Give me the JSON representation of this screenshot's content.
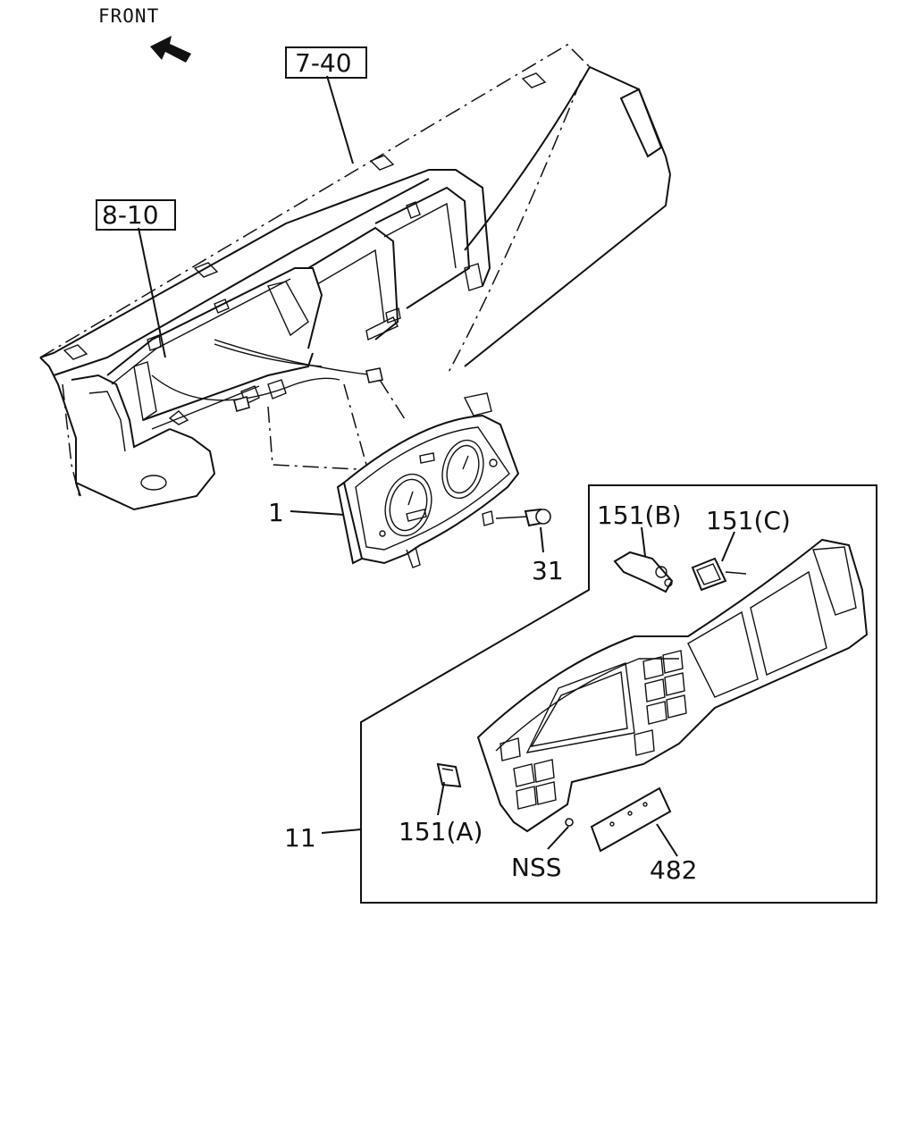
{
  "orientation": {
    "label": "FRONT",
    "icon": "arrow-front-icon"
  },
  "callouts": [
    {
      "id": "ref_7_40",
      "text": "7-40",
      "boxed": true
    },
    {
      "id": "ref_8_10",
      "text": "8-10",
      "boxed": true
    },
    {
      "id": "part_1",
      "text": "1"
    },
    {
      "id": "part_31",
      "text": "31"
    },
    {
      "id": "part_151b",
      "text": "151(B)"
    },
    {
      "id": "part_151c",
      "text": "151(C)"
    },
    {
      "id": "part_11",
      "text": "11"
    },
    {
      "id": "part_151a",
      "text": "151(A)"
    },
    {
      "id": "part_nss",
      "text": "NSS"
    },
    {
      "id": "part_482",
      "text": "482"
    }
  ]
}
